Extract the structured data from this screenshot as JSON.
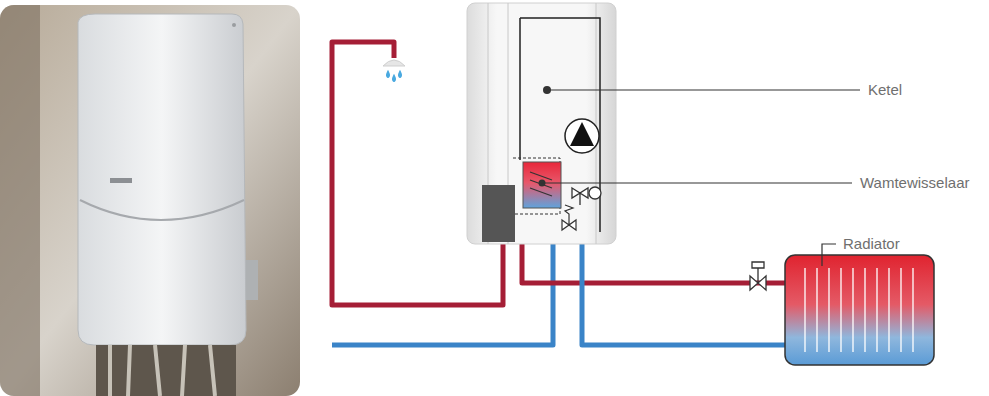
{
  "diagram": {
    "labels": [
      "Ketel",
      "Wamtewisselaar",
      "Radiator"
    ]
  }
}
